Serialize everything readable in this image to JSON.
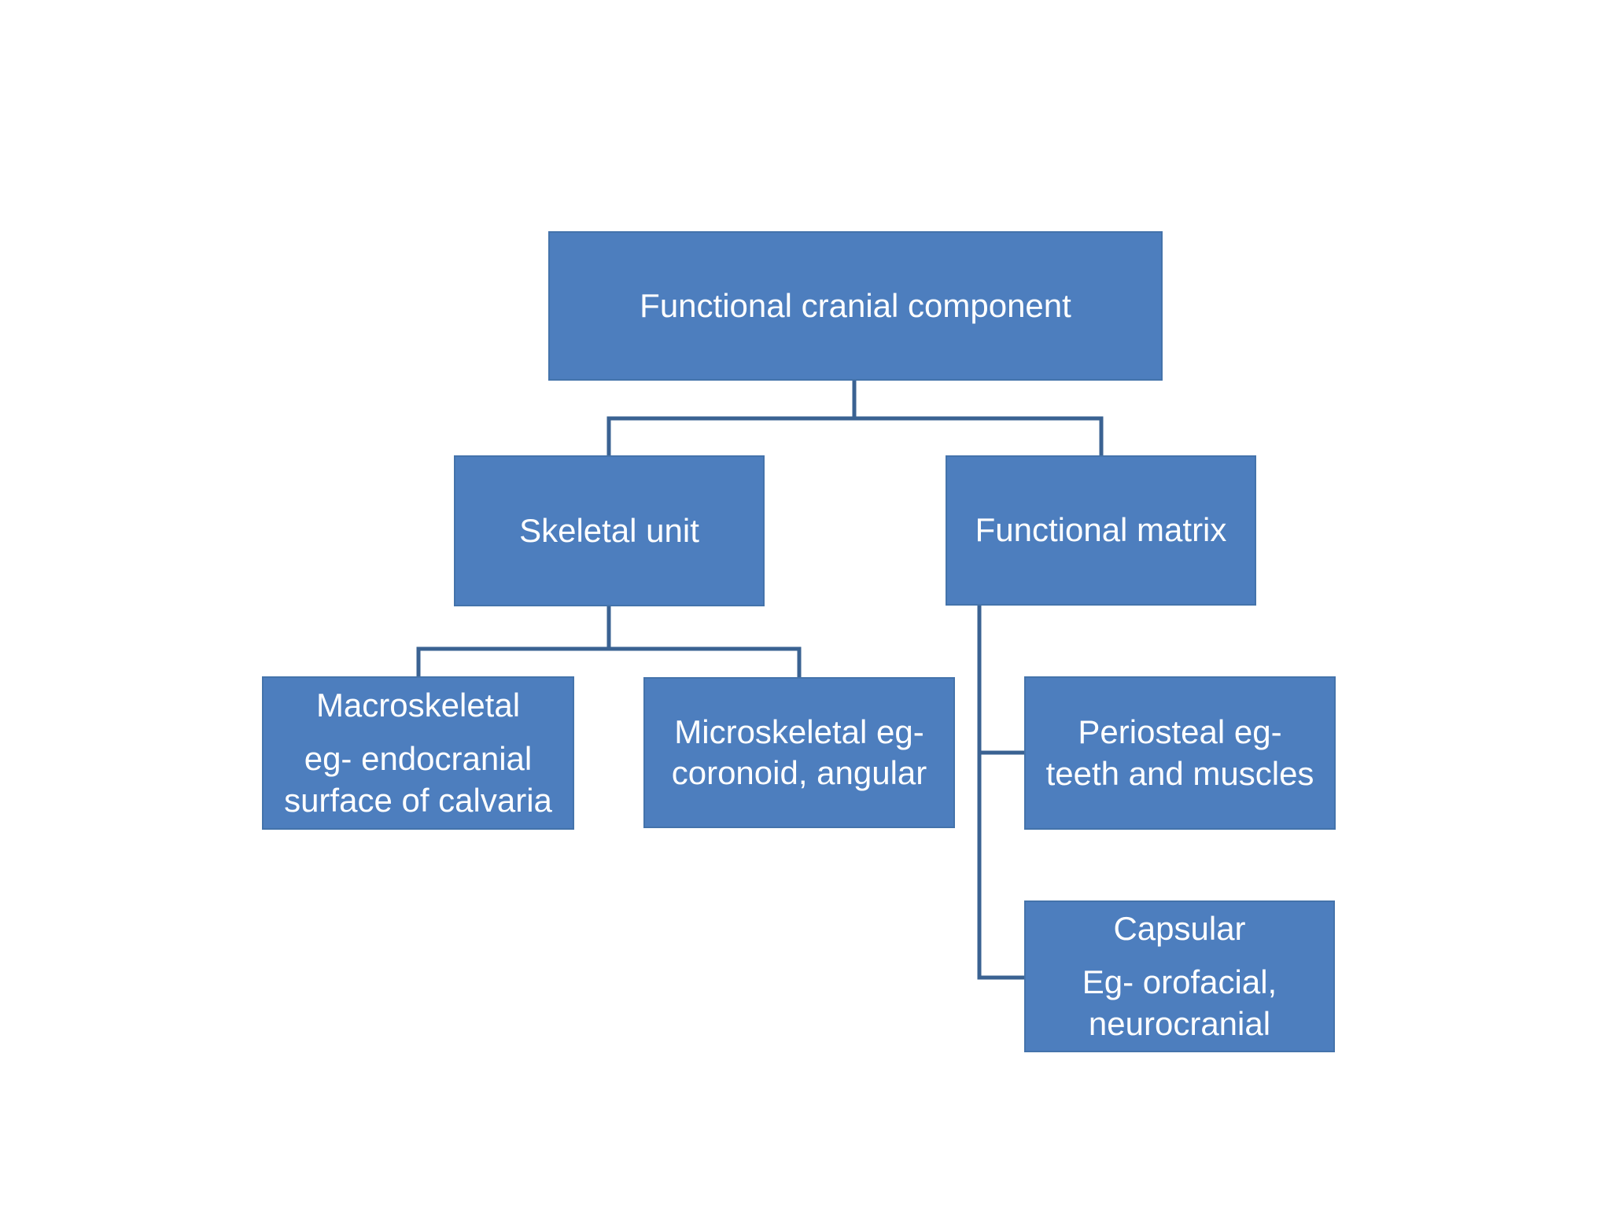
{
  "palette": {
    "background": "#ffffff",
    "node_fill": "#4d7ebe",
    "node_edge": "#4473ab",
    "connector": "#3a6292",
    "text": "#ffffff"
  },
  "nodes": {
    "root": {
      "label": "Functional cranial component"
    },
    "skeletal_unit": {
      "label": "Skeletal unit"
    },
    "functional_matrix": {
      "label": "Functional matrix"
    },
    "macroskeletal": {
      "title": "Macroskeletal",
      "body": "eg- endocranial\nsurface of calvaria"
    },
    "microskeletal": {
      "label": "Microskeletal eg-\ncoronoid, angular"
    },
    "periosteal": {
      "label": "Periosteal eg-\nteeth and muscles"
    },
    "capsular": {
      "title": "Capsular",
      "body": "Eg- orofacial,\nneurocranial"
    }
  },
  "edges": [
    {
      "from": "root",
      "to": "skeletal_unit"
    },
    {
      "from": "root",
      "to": "functional_matrix"
    },
    {
      "from": "skeletal_unit",
      "to": "macroskeletal"
    },
    {
      "from": "skeletal_unit",
      "to": "microskeletal"
    },
    {
      "from": "functional_matrix",
      "to": "periosteal"
    },
    {
      "from": "functional_matrix",
      "to": "capsular"
    }
  ]
}
